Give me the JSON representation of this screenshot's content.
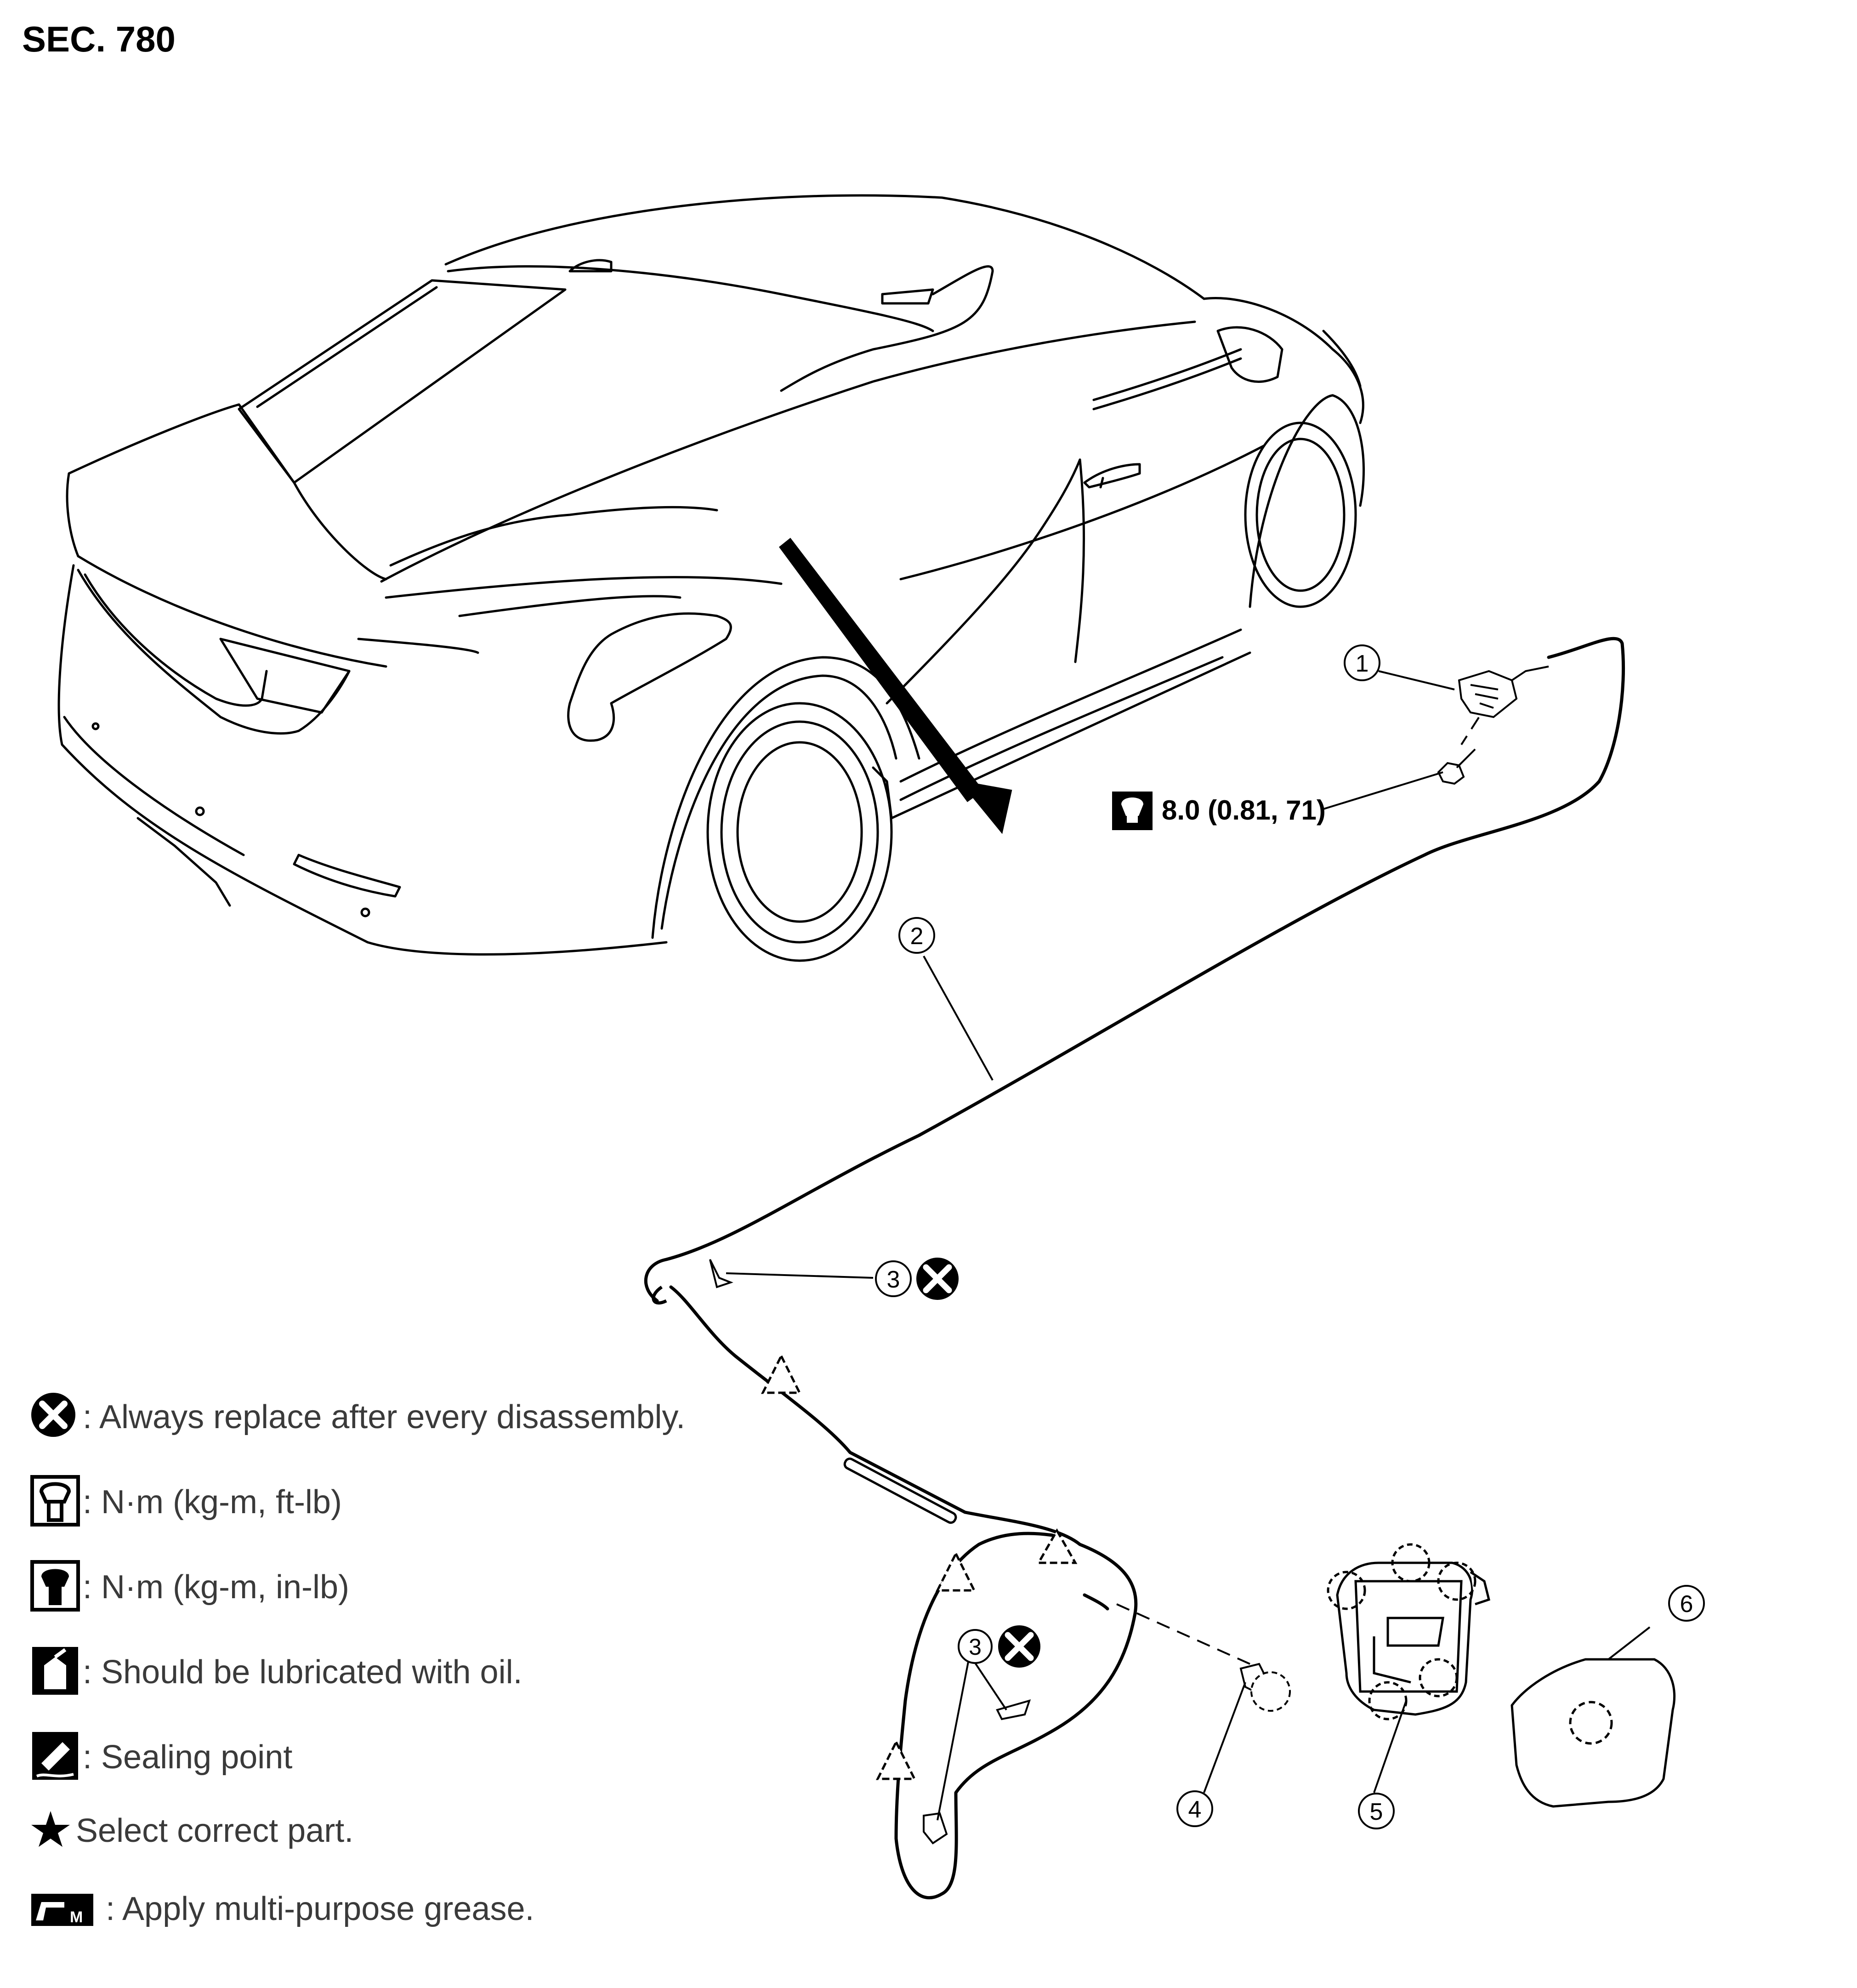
{
  "section_title": "SEC. 780",
  "callouts": {
    "c1": "1",
    "c2": "2",
    "c3a": "3",
    "c3b": "3",
    "c4": "4",
    "c5": "5",
    "c6": "6"
  },
  "torque_spec": "8.0 (0.81, 71)",
  "legend": {
    "always_replace": ": Always replace after every disassembly.",
    "torque_ftlb": ": N·m (kg-m, ft-lb)",
    "torque_inlb": ": N·m (kg-m, in-lb)",
    "lubricate_oil": ": Should be lubricated with oil.",
    "sealing_point": ": Sealing point",
    "select_part": "Select correct part.",
    "multi_purpose_grease": ": Apply multi-purpose grease."
  },
  "icons": {
    "always_replace": "x-circle-icon",
    "torque_ftlb": "torque-wrench-icon",
    "torque_inlb": "torque-wrench-filled-icon",
    "lubricate_oil": "oil-can-icon",
    "sealing_point": "sealant-icon",
    "select_part": "star-icon",
    "multi_purpose_grease": "grease-icon"
  }
}
